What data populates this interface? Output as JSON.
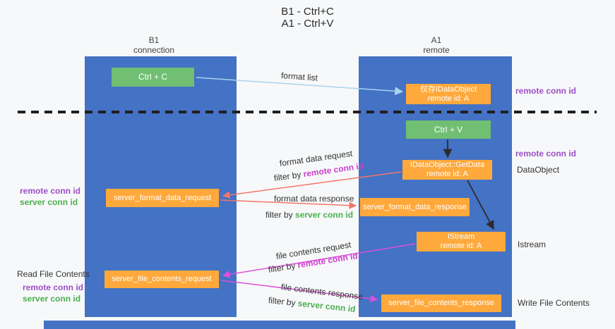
{
  "title": {
    "line1": "B1 - Ctrl+C",
    "line2": "A1 - Ctrl+V"
  },
  "lanes": {
    "left": {
      "name": "B1",
      "subtitle": "connection"
    },
    "right": {
      "name": "A1",
      "subtitle": "remote"
    }
  },
  "nodes": {
    "ctrl_c": {
      "label": "Ctrl + C"
    },
    "idataobject_cache": {
      "line1": "仅存IDataObject",
      "line2": "remote id: A"
    },
    "ctrl_v": {
      "label": "Ctrl + V"
    },
    "getdata": {
      "line1": "IDataObject::GetData",
      "line2": "remote id: A"
    },
    "format_request": {
      "label": "server_format_data_request"
    },
    "format_response": {
      "label": "server_format_data_response"
    },
    "istream": {
      "line1": "IStream",
      "line2": "remote id: A"
    },
    "file_request": {
      "label": "server_file_contents_request"
    },
    "file_response": {
      "label": "server_file_contents_response"
    }
  },
  "arrow_labels": {
    "format_list": "format list",
    "format_data_request": "format data request",
    "format_data_response": "format data response",
    "file_contents_request": "file contents request",
    "file_contents_response": "file contents response",
    "filter_by": "filter by",
    "remote_conn_id": "remote conn id",
    "server_conn_id": "server conn id"
  },
  "side_labels": {
    "remote_conn_id": "remote conn id",
    "server_conn_id": "server conn id",
    "dataobject": "DataObject",
    "istream": "Istream",
    "read_file_contents": "Read File Contents",
    "write_file_contents": "Write File Contents"
  },
  "colors": {
    "lane_blue": "#4472C4",
    "box_orange": "#FFA93C",
    "box_green": "#70BF72",
    "arrow_lightblue": "#A8D4EE",
    "arrow_red": "#F2776C",
    "arrow_magenta": "#DC50DC",
    "text_purple": "#9B4FC8",
    "text_magenta": "#CC3FCC",
    "text_green": "#4CAF50"
  }
}
